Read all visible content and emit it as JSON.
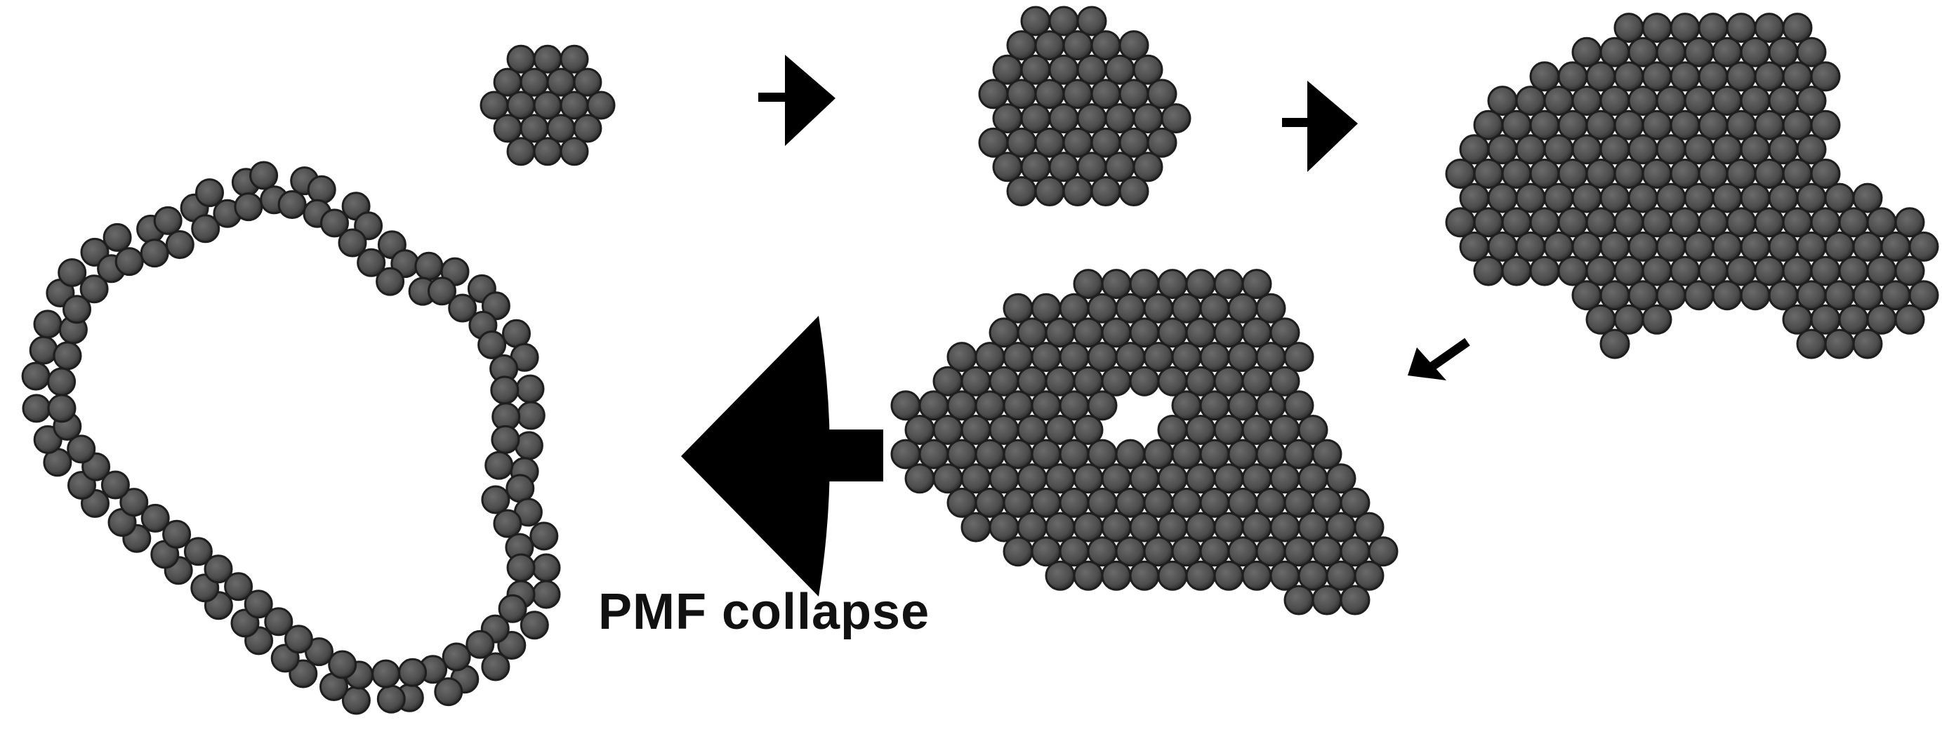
{
  "diagram": {
    "caption": "PMF collapse",
    "colors": {
      "particle": "#565656",
      "particle_edge": "#1e1e1e",
      "arrow": "#000000",
      "background": "#ffffff"
    },
    "stages": [
      {
        "name": "small-cluster"
      },
      {
        "name": "medium-cluster"
      },
      {
        "name": "large-aggregate"
      },
      {
        "name": "aggregate-with-hole"
      },
      {
        "name": "collapsed-ring"
      }
    ]
  }
}
